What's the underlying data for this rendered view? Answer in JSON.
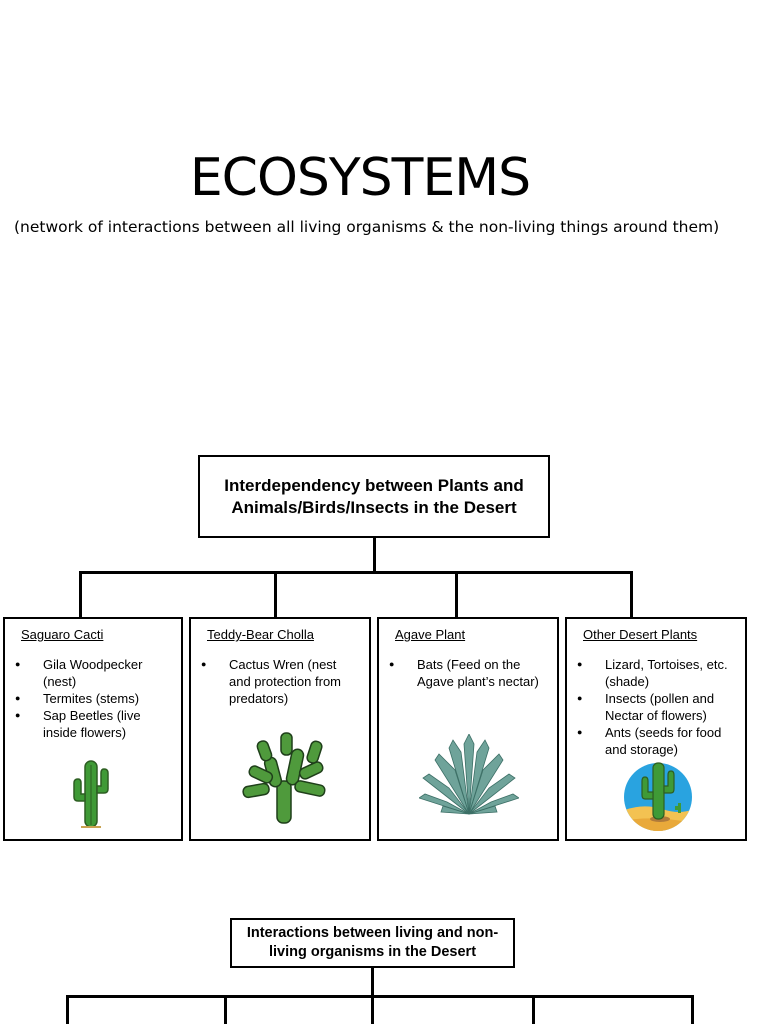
{
  "page": {
    "title": "ECOSYSTEMS",
    "subtitle": "(network of interactions between all living organisms & the non-living things around them)"
  },
  "diagram1": {
    "root": "Interdependency between Plants and Animals/Birds/Insects in the Desert",
    "cards": [
      {
        "title": "Saguaro Cacti",
        "items": [
          "Gila Woodpecker (nest)",
          "Termites (stems)",
          "Sap Beetles (live inside flowers)"
        ],
        "icon": "saguaro-cactus-icon"
      },
      {
        "title": "Teddy-Bear Cholla",
        "items": [
          "Cactus Wren (nest and protection from predators)"
        ],
        "icon": "cholla-cactus-icon"
      },
      {
        "title": "Agave Plant",
        "items": [
          "Bats (Feed on the Agave plant’s nectar)"
        ],
        "icon": "agave-plant-icon"
      },
      {
        "title": "Other Desert Plants",
        "items": [
          "Lizard, Tortoises, etc. (shade)",
          "Insects (pollen and Nectar of flowers)",
          "Ants (seeds for food and storage)"
        ],
        "icon": "desert-scene-icon"
      }
    ]
  },
  "diagram2": {
    "root": "Interactions between living and non-living organisms in the Desert"
  },
  "colors": {
    "cactus_green": "#3f9a36",
    "cactus_dark": "#2d5e22",
    "agave": "#6fa39a",
    "sky": "#29a3e0",
    "sand": "#f3c252"
  }
}
